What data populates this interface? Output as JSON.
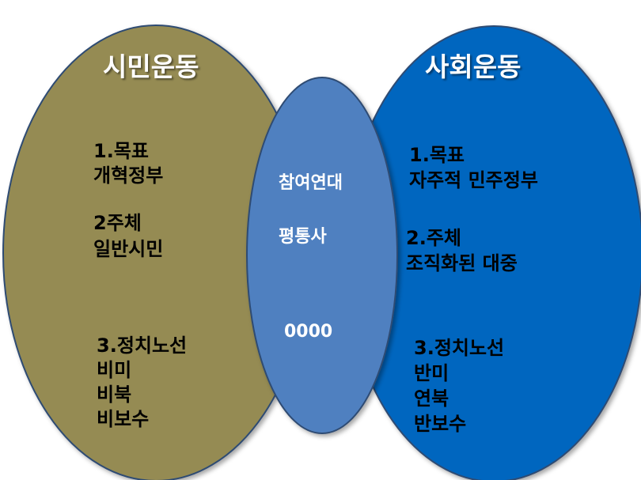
{
  "colors": {
    "left_circle": "#958b53",
    "right_circle": "#0066bf",
    "center_circle": "#5080c0",
    "outline": "#2f4b73"
  },
  "left": {
    "title": "시민운동",
    "goal_heading": "1.목표",
    "goal_value": "개혁정부",
    "subject_heading": "2주체",
    "subject_value": "일반시민",
    "line_heading": "3.정치노선",
    "line_item1": "비미",
    "line_item2": "비북",
    "line_item3": "비보수"
  },
  "right": {
    "title": "사회운동",
    "goal_heading": "1.목표",
    "goal_value": "자주적 민주정부",
    "subject_heading": "2.주체",
    "subject_value": "조직화된 대중",
    "line_heading": "3.정치노선",
    "line_item1": "반미",
    "line_item2": "연북",
    "line_item3": "반보수"
  },
  "center": {
    "item1": "참여연대",
    "item2": "평통사",
    "item3": "0000"
  }
}
